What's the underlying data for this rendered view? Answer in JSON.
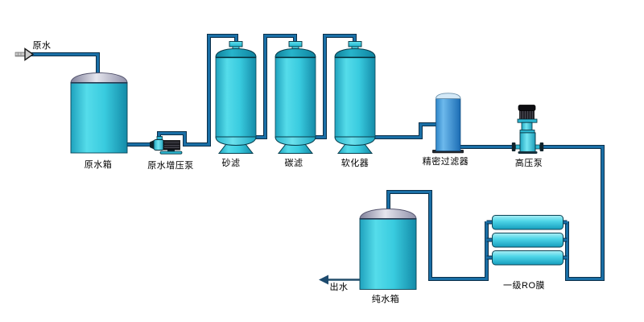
{
  "diagram": {
    "type": "process-flow-diagram",
    "subject": "RO water treatment system",
    "background_color": "#ffffff",
    "flow_markers": {
      "inlet": {
        "label": "原水",
        "direction": "right"
      },
      "outlet": {
        "label": "出水",
        "direction": "left"
      }
    },
    "equipment": [
      {
        "id": "raw-water-tank",
        "label": "原水箱",
        "kind": "tank with gray dome"
      },
      {
        "id": "booster-pump",
        "label": "原水增压泵",
        "kind": "horizontal pump"
      },
      {
        "id": "sand-filter",
        "label": "砂滤",
        "kind": "vertical filter vessel"
      },
      {
        "id": "carbon-filter",
        "label": "碳滤",
        "kind": "vertical filter vessel"
      },
      {
        "id": "softener",
        "label": "软化器",
        "kind": "vertical filter vessel"
      },
      {
        "id": "precision-filter",
        "label": "精密过滤器",
        "kind": "blue cartridge filter"
      },
      {
        "id": "high-pressure-pump",
        "label": "高压泵",
        "kind": "vertical multistage pump"
      },
      {
        "id": "ro-membrane",
        "label": "一级RO膜",
        "kind": "three horizontal membrane housings"
      },
      {
        "id": "pure-water-tank",
        "label": "纯水箱",
        "kind": "tank with gray dome"
      }
    ],
    "flow_order": [
      "原水",
      "原水箱",
      "原水增压泵",
      "砂滤",
      "碳滤",
      "软化器",
      "精密过滤器",
      "高压泵",
      "一级RO膜",
      "纯水箱",
      "出水"
    ],
    "colors": {
      "pipe_core": "#1a6fa6",
      "pipe_edge": "#0b2f49",
      "vessel_cyan": "#3acde0",
      "vessel_dome_teal": "#1ea9c4",
      "tank_dome_gray": "#c9c9d8",
      "precision_filter_blue": "#4aa0dd",
      "motor_black": "#141418",
      "label_text": "#000000"
    }
  }
}
